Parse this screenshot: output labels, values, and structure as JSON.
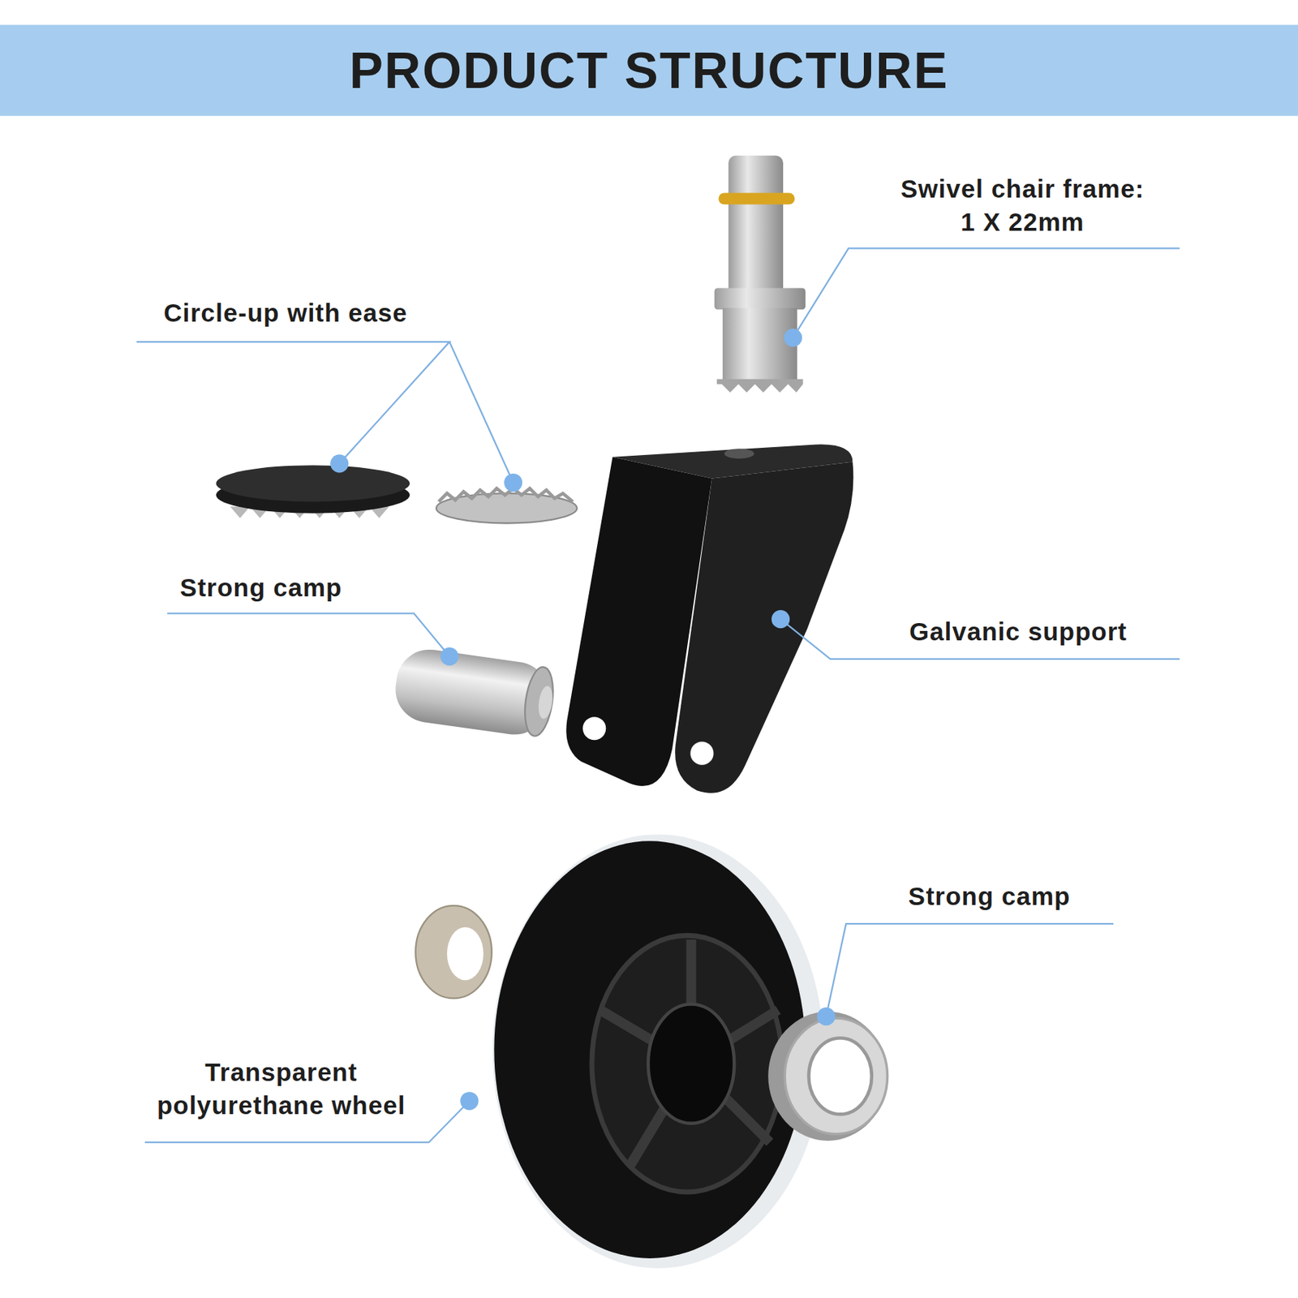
{
  "diagram": {
    "title": "PRODUCT STRUCTURE",
    "labels": [
      "Swivel chair frame: 1 X 22mm",
      "Circle-up with ease",
      "Strong camp",
      "Galvanic support",
      "Strong camp",
      "Transparent polyurethane wheel"
    ]
  }
}
